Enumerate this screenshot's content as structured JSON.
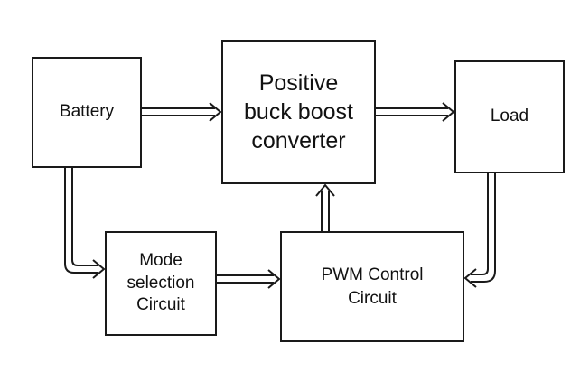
{
  "blocks": {
    "battery": "Battery",
    "converter": "Positive\nbuck boost\nconverter",
    "load": "Load",
    "mode": "Mode\nselection\nCircuit",
    "pwm": "PWM Control\nCircuit"
  }
}
